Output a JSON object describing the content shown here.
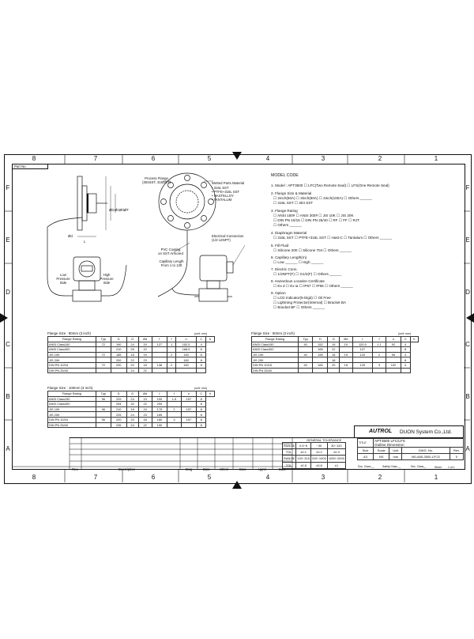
{
  "frame": {
    "columns_top": [
      "8",
      "7",
      "6",
      "5",
      "4",
      "3",
      "2",
      "1"
    ],
    "columns_bottom": [
      "8",
      "7",
      "6",
      "5",
      "4",
      "3",
      "2",
      "1"
    ],
    "rows_left": [
      "F",
      "E",
      "D",
      "C",
      "B",
      "A"
    ],
    "rows_right": [
      "F",
      "E",
      "D",
      "C",
      "B",
      "A"
    ],
    "part_no_label": "Part No."
  },
  "drawing": {
    "process_flange": "Process Flange\n(304SST, 316SST)",
    "wetted_parts": "Wetted Parts Material",
    "wetted_items": [
      "316L SST",
      "PTFE+316L SST",
      "HASTELLOY",
      "TANTALUM"
    ],
    "pvc_coating": "PVC Coating\non SST Armored",
    "capillary_length": "Capillary Length\nFrom 1 to 12ft",
    "electrical_connection": "Electrical Connection\n(1/2-14NPT)",
    "low_pressure_side": "Low\nPressure\nSide",
    "high_pressure_side": "High\nPressure\nSide",
    "dim_labels": [
      "ØD",
      "ØC",
      "ØG",
      "ØT",
      "Ød",
      "L"
    ]
  },
  "model_code": {
    "title": "MODEL CODE",
    "lines": [
      "1. Model : APT3500  ☐ LFC(Two Remote Seal)  ☐ LFS(One Remote Seal)",
      "2. Flange Size & Material",
      "☐ 2inch(50A)  ☐ 3inch(80A)  ☐ 4inch(100A)  ☐ Others ______",
      "☐ 316L SST  ☐ 304 SST",
      "3. Flange Rating",
      "☐ ANSI 150#  ☐ ANSI 300#  ☐ JIS 10K  ☐ JIS 20K",
      "☐ DIN PN 10/16  ☐ DIN PN 25/40  ☐ RF  ☐ FF  ☐ RJT",
      "☐ Others ______",
      "4. Diaphragm Material",
      "☐ 316L SST  ☐ PTFE+316L SST  ☐ Hast-C  ☐ Tantalum  ☐ Others ______",
      "5. Fill Fluid",
      "☐ Silicone 200  ☐ Silicone 704  ☐ Others ______",
      "6. Capillary Length(m)",
      "☐ Low ______  ☐ High ______",
      "7. Electric Conn.",
      "☐ 1/2NPT(F)  ☐ G1/2(F)  ☐ Others ______",
      "8. Hazardous Location Certificate",
      "☐ Ex d  ☐ Ex ia  ☐ IP67  ☐ IP66  ☐ Others ______",
      "9. Option",
      "☐ LCD Indicator(5-Digit)  ☐ Oil Free",
      "☐ Lightning Protector(Internal)  ☐ Bracket BA",
      "☐ Bracket BF  ☐ Others ______"
    ]
  },
  "tables": {
    "t3in": {
      "caption": "Flange Size : 80mm (3 inch)",
      "unit": "(unit: mm)",
      "headers": [
        "Flange Rating",
        "Typ",
        "D",
        "G",
        "Ød",
        "t",
        "f",
        "n",
        "C",
        "h"
      ],
      "rows": [
        [
          "ANSI Class150",
          "72",
          "190",
          "24",
          "19",
          "127",
          "1",
          "152.5",
          "4"
        ],
        [
          "ANSI Class300",
          "",
          "210",
          "26",
          "22",
          "",
          "",
          "168.5",
          "8"
        ],
        [
          "JIS 10K",
          "72",
          "185",
          "18",
          "19",
          "",
          "2",
          "150",
          "8"
        ],
        [
          "JIS 20K",
          "",
          "200",
          "22",
          "23",
          "",
          "",
          "160",
          "8"
        ],
        [
          "DIN PN 10/16",
          "72",
          "200",
          "20",
          "18",
          "138",
          "2",
          "160",
          "8"
        ],
        [
          "DIN PN 25/40",
          "",
          "",
          "24",
          "22",
          "",
          "",
          "",
          ""
        ]
      ]
    },
    "t2in": {
      "caption": "Flange Size : 50mm (2 inch)",
      "unit": "(unit: mm)",
      "headers": [
        "Flange Rating",
        "Typ",
        "D",
        "G",
        "Ød",
        "t",
        "f",
        "n",
        "C",
        "h"
      ],
      "rows": [
        [
          "ANSI Class150",
          "40",
          "152",
          "19",
          "19",
          "120.5",
          "1.1",
          "92",
          "4"
        ],
        [
          "ANSI Class300",
          "",
          "165",
          "22",
          "",
          "127",
          "",
          "",
          "8"
        ],
        [
          "JIS 10K",
          "40",
          "155",
          "16",
          "19",
          "120",
          "2",
          "96",
          "4"
        ],
        [
          "JIS 20K",
          "",
          "",
          "18",
          "",
          "",
          "",
          "",
          "8"
        ],
        [
          "DIN PN 10/16",
          "40",
          "165",
          "20",
          "18",
          "125",
          "3",
          "102",
          "4"
        ],
        [
          "DIN PN 25/40",
          "",
          "",
          "",
          "",
          "",
          "",
          "",
          ""
        ]
      ]
    },
    "t4in": {
      "caption": "Flange Size : 100mm (4 inch)",
      "unit": "(unit: mm)",
      "headers": [
        "Flange Rating",
        "Typ",
        "D",
        "G",
        "Ød",
        "t",
        "f",
        "n",
        "C",
        "h"
      ],
      "rows": [
        [
          "ANSI Class150",
          "96",
          "229",
          "24",
          "19",
          "190",
          "1.5",
          "157",
          "8"
        ],
        [
          "ANSI Class300",
          "",
          "254",
          "32",
          "22",
          "200",
          "",
          "",
          "8"
        ],
        [
          "JIS 10K",
          "96",
          "210",
          "18",
          "19",
          "175",
          "2",
          "157",
          "8"
        ],
        [
          "JIS 20K",
          "",
          "225",
          "24",
          "23",
          "185",
          "",
          "",
          "8"
        ],
        [
          "DIN PN 10/16",
          "96",
          "220",
          "20",
          "18",
          "180",
          "3",
          "157",
          "8"
        ],
        [
          "DIN PN 25/40",
          "",
          "235",
          "24",
          "22",
          "190",
          "",
          "",
          "8"
        ]
      ]
    }
  },
  "title_block": {
    "logo": "AUTROL",
    "company": "DUON System Co.,Ltd.",
    "title_label": "TITLE",
    "title_lines": [
      "APT3500 LFC/LFS",
      "Outline Dimension"
    ],
    "rev_label": "Rev.",
    "rev_value": "0",
    "dwg_label": "DWG. No.",
    "dwg_value": "M0-A65-3500-LFCS",
    "size_label": "Size",
    "size_value": "A3",
    "scale_label": "Scale",
    "scale_value": "NS",
    "unit_label": "Unit",
    "unit_value": "mm",
    "doc_class_label": "Doc. Class",
    "doc_class_value": "—",
    "safety_class_label": "Safety Class",
    "safety_class_value": "—",
    "sec_class_label": "Sec. Class",
    "sec_class_value": "—",
    "sheet_label": "Sheet",
    "sheet_value": "1 of 1",
    "tolerance_title": "GENERAL TOLERANCE",
    "tol_range_label": "RANGE",
    "tol_ranges_1": [
      "0.5~6",
      "~30",
      "30~120"
    ],
    "tol_label": "TOL.",
    "tol_values_1": [
      "±0.1",
      "±0.2",
      "±0.3"
    ],
    "tol_ranges_2": [
      "120~315",
      "315~1000",
      "1000~2000"
    ],
    "tol_values_2": [
      "±0.5",
      "±0.8",
      "±1"
    ],
    "rev_headers": [
      "Rev.",
      "Description",
      "Dwg",
      "Date",
      "Chk'd",
      "Date",
      "App'd",
      "Date"
    ]
  }
}
